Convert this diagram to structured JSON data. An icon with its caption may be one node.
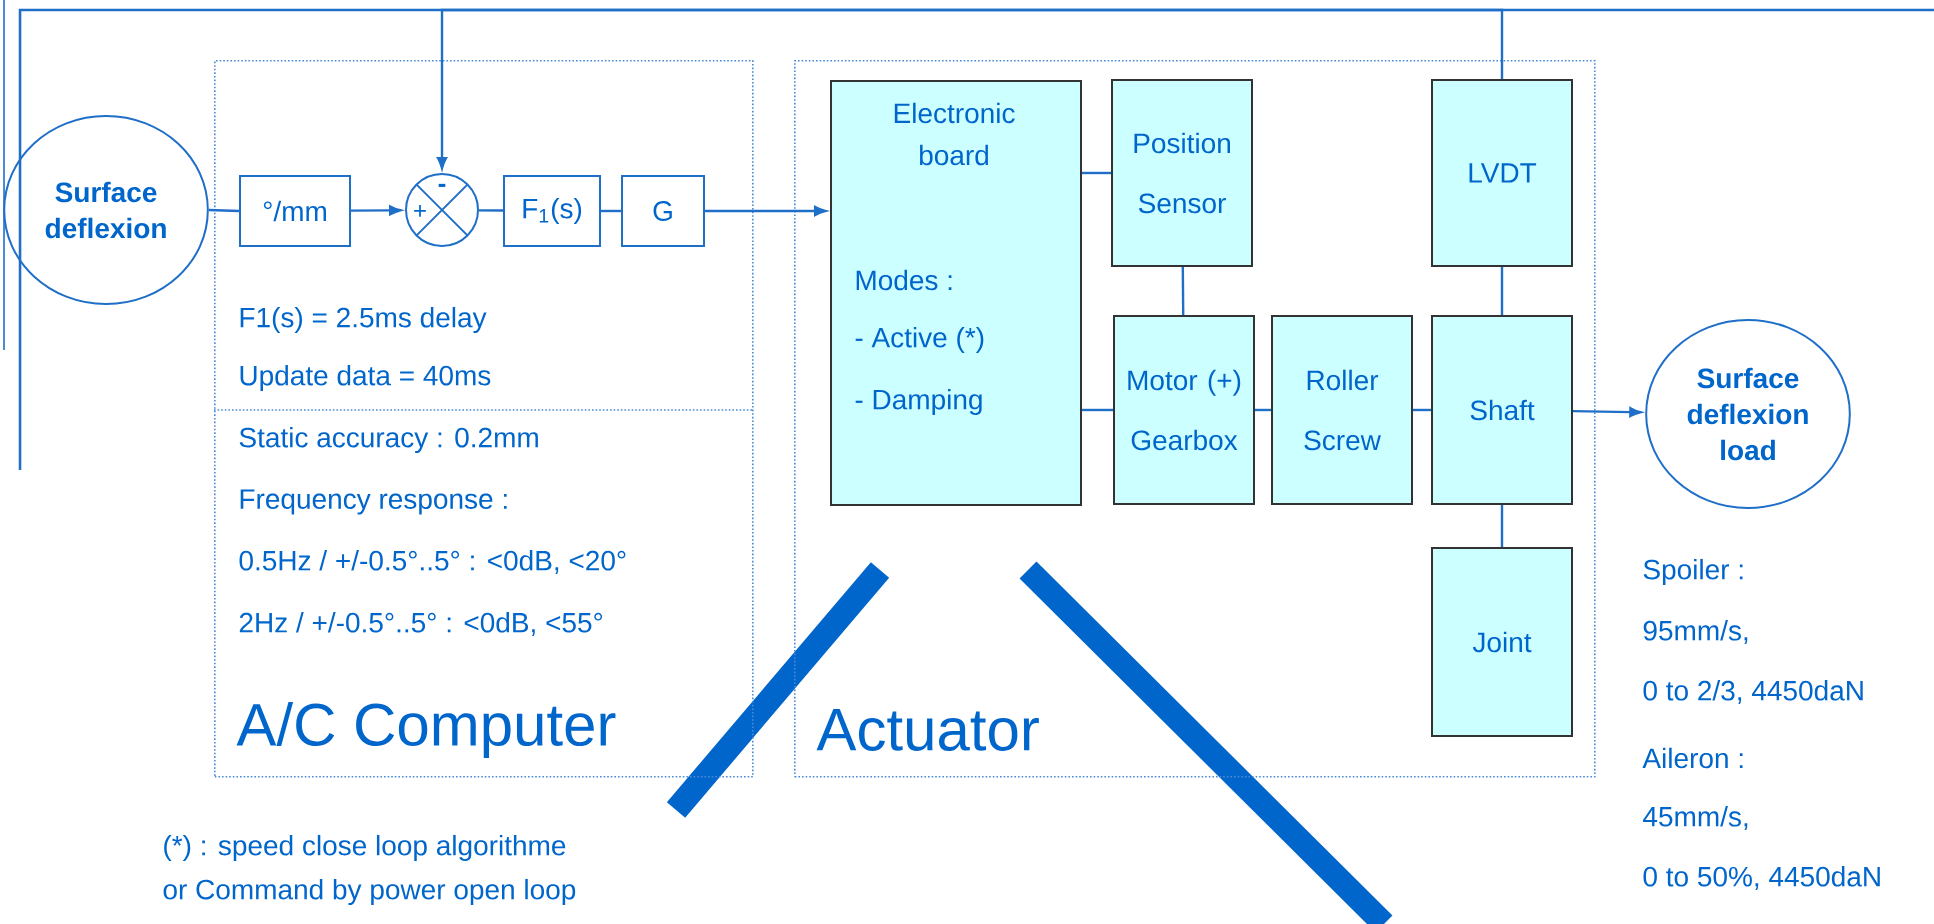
{
  "diagram": {
    "nodes": [
      {
        "text": [
          "F1(s) = 2.5ms delay",
          "Update data = 40ms",
          "Static accuracy : 0.2mm",
          "Frequency response :",
          "0.5Hz / +/-0.5°..5° : <0dB, <20°",
          "2Hz / +/-0.5°..5° : <0dB, <55°",
          "A/C Computer"
        ]
      },
      {
        "text": [
          "Actuator"
        ]
      },
      {
        "text": [
          "Surface deflexion"
        ]
      },
      {
        "text": [
          "°/mm"
        ],
        "in": 0
      },
      {
        "text": [
          "+",
          "-"
        ],
        "in": 0
      },
      {
        "text": [
          "F$_{1}$(s)"
        ],
        "in": 0
      },
      {
        "text": [
          "G"
        ],
        "in": 0
      },
      {
        "text": [
          "Electronic board",
          "Modes :",
          "- Active (*)",
          "- Damping"
        ],
        "in": 1
      },
      {
        "text": [
          "Position Sensor"
        ],
        "in": 1
      },
      {
        "text": [
          "LVDT"
        ],
        "in": 1
      },
      {
        "text": [
          "Motor (+) Gearbox"
        ],
        "in": 1
      },
      {
        "text": [
          "Roller Screw"
        ],
        "in": 1
      },
      {
        "text": [
          "Shaft"
        ],
        "in": 1
      },
      {
        "text": [
          "Joint"
        ],
        "in": 1
      },
      {
        "text": [
          "Surface deflexion load"
        ]
      }
    ],
    "edges": [
      {
        "from": 2,
        "to": 3,
        "arrow": "none"
      },
      {
        "from": 3,
        "to": 4,
        "arrow": "to"
      },
      {
        "from": 4,
        "to": 5,
        "arrow": "none"
      },
      {
        "from": 5,
        "to": 6,
        "arrow": "none"
      },
      {
        "from": 6,
        "to": 7,
        "arrow": "to"
      },
      {
        "from": 7,
        "to": 8,
        "arrow": "none"
      },
      {
        "from": 7,
        "to": 10,
        "arrow": "none"
      },
      {
        "from": 8,
        "to": 10,
        "arrow": "none"
      },
      {
        "from": 10,
        "to": 11,
        "arrow": "none"
      },
      {
        "from": 11,
        "to": 12,
        "arrow": "none"
      },
      {
        "from": 9,
        "to": 12,
        "arrow": "none"
      },
      {
        "from": 12,
        "to": 13,
        "arrow": "none"
      },
      {
        "from": 12,
        "to": 14,
        "arrow": "to"
      },
      {
        "from": 9,
        "to": 4,
        "arrow": "to"
      }
    ],
    "labels": [
      "Spoiler :",
      "95mm/s,",
      "0 to 2/3, 4450daN",
      "Aileron :",
      "45mm/s,",
      "0 to 50%, 4450daN",
      "(*) : speed close loop algorithme",
      "or Command by power open loop"
    ]
  }
}
